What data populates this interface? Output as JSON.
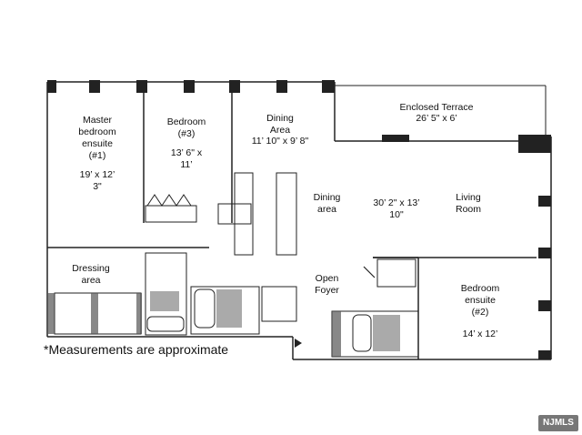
{
  "rooms": {
    "master": {
      "name": "Master\nbedroom\nensuite\n(#1)",
      "size": "19’ x 12’\n3\""
    },
    "bedroom3": {
      "name": "Bedroom\n(#3)",
      "size": "13’ 6\" x\n11’"
    },
    "dining_area_top": {
      "name": "Dining\nArea",
      "size": "11’ 10\" x 9’ 8\""
    },
    "terrace": {
      "name": "Enclosed Terrace",
      "size": "26’ 5\" x 6’"
    },
    "dining_area_mid": {
      "name": "Dining\narea"
    },
    "living_size": {
      "size": "30’ 2\" x 13’\n10\""
    },
    "living": {
      "name": "Living\nRoom"
    },
    "dressing": {
      "name": "Dressing\narea"
    },
    "foyer": {
      "name": "Open\nFoyer"
    },
    "bedroom2": {
      "name": "Bedroom\nensuite\n(#2)",
      "size": "14’ x 12’"
    }
  },
  "note": "*Measurements are approximate",
  "watermark": "NJMLS"
}
